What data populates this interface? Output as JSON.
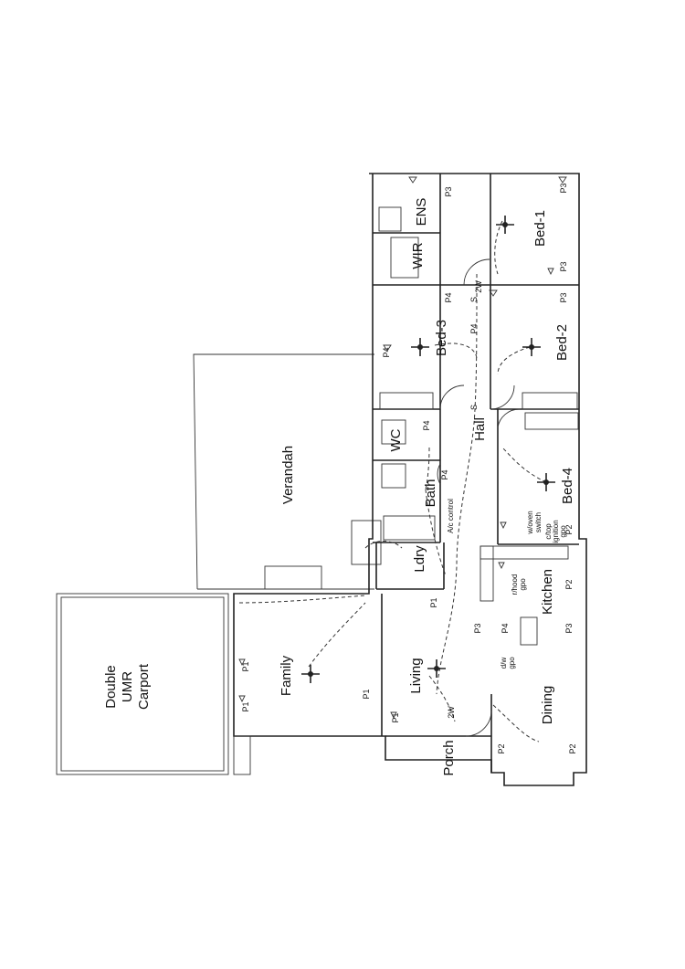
{
  "rooms": {
    "bed1": "Bed-1",
    "bed2": "Bed-2",
    "bed3": "Bed-3",
    "bed4": "Bed-4",
    "hall": "Hall",
    "bath": "Bath",
    "wc": "WC",
    "ens": "ENS",
    "wir": "WIR",
    "laundry": "Ldry",
    "kitchen": "Kitchen",
    "living": "Living",
    "family": "Family",
    "dining": "Dining",
    "porch": "Porch",
    "verandah": "Verandah",
    "carport_line1": "Double",
    "carport_line2": "UMR",
    "carport_line3": "Carport"
  },
  "notes": {
    "ac_control": "A/c control",
    "wall_oven_1": "w/oven",
    "wall_oven_2": "switch",
    "cooktop_1": "c/top",
    "cooktop_2": "ignition",
    "cooktop_3": "gpo",
    "dw_1": "d/w",
    "dw_2": "gpo",
    "rh_1": "r/hood",
    "rh_2": "gpo"
  },
  "points": {
    "p1": "P1",
    "p2": "P2",
    "p3": "P3",
    "p4": "P4",
    "s": "S",
    "w": "2W"
  },
  "colors": {
    "line": "#222222",
    "paper": "#ffffff"
  }
}
